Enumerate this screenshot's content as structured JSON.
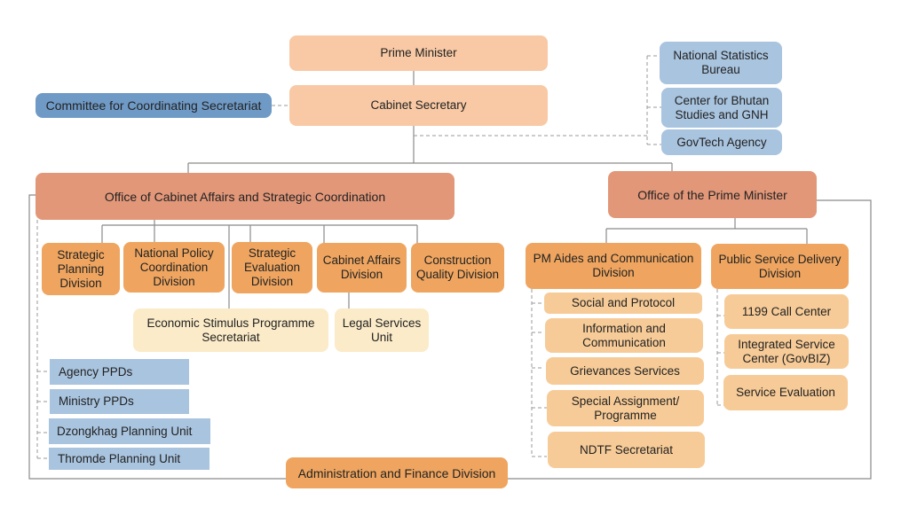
{
  "diagram": {
    "type": "organizational-chart",
    "colors": {
      "top_level": "#f8c9a4",
      "office": "#e29779",
      "division": "#efa55f",
      "sub_unit": "#f7cb97",
      "special_unit": "#fbebc8",
      "affiliated": "#a9c4df",
      "committee": "#6f9ac6",
      "solid_line": "#8a8a8a",
      "dashed_line": "#9a9a9a"
    },
    "top": {
      "prime_minister": "Prime Minister",
      "cabinet_secretary": "Cabinet Secretary",
      "committee": "Committee for Coordinating Secretariat"
    },
    "affiliated_agencies": [
      "National Statistics Bureau",
      "Center for Bhutan Studies and GNH",
      "GovTech Agency"
    ],
    "ocasc": {
      "title": "Office of Cabinet Affairs and Strategic Coordination",
      "divisions": [
        "Strategic Planning Division",
        "National Policy Coordination Division",
        "Strategic Evaluation Division",
        "Cabinet Affairs Division",
        "Construction Quality Division"
      ],
      "units": [
        "Economic Stimulus Programme Secretariat",
        "Legal Services Unit"
      ],
      "planning_units": [
        "Agency PPDs",
        "Ministry PPDs",
        "Dzongkhag Planning Unit",
        "Thromde Planning Unit"
      ]
    },
    "opm": {
      "title": "Office of the Prime Minister",
      "pm_aides": {
        "title": "PM Aides and Communication Division",
        "units": [
          "Social and Protocol",
          "Information and Communication",
          "Grievances Services",
          "Special Assignment/ Programme",
          "NDTF Secretariat"
        ]
      },
      "public_service": {
        "title": "Public Service Delivery Division",
        "units": [
          "1199 Call Center",
          "Integrated Service Center (GovBIZ)",
          "Service Evaluation"
        ]
      }
    },
    "admin_finance": "Administration and Finance Division"
  }
}
